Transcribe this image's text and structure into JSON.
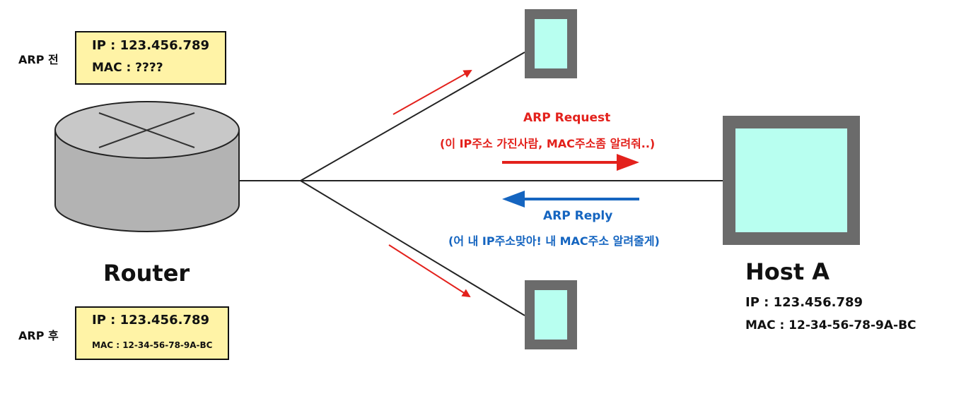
{
  "router": {
    "title": "Router",
    "arp_before": {
      "tag": "ARP 전",
      "ip": "IP : 123.456.789",
      "mac": "MAC : ????"
    },
    "arp_after": {
      "tag": "ARP 후",
      "ip": "IP : 123.456.789",
      "mac": "MAC : 12-34-56-78-9A-BC"
    }
  },
  "request": {
    "title": "ARP Request",
    "subtitle": "(이 IP주소 가진사람, MAC주소좀 알려줘..)"
  },
  "reply": {
    "title": "ARP Reply",
    "subtitle": "(어 내 IP주소맞아! 내 MAC주소 알려줄게)"
  },
  "host": {
    "title": "Host A",
    "ip": "IP : 123.456.789",
    "mac": "MAC : 12-34-56-78-9A-BC"
  },
  "colors": {
    "request": "#e3211c",
    "reply": "#1565c0",
    "host_fill": "#b8fff0",
    "host_border": "#6b6b6b",
    "router_body": "#b3b3b3",
    "router_top": "#c8c8c8",
    "note_box": "#fff3a6"
  },
  "icons": [
    "router-icon",
    "host-icon",
    "request-arrow",
    "reply-arrow"
  ]
}
